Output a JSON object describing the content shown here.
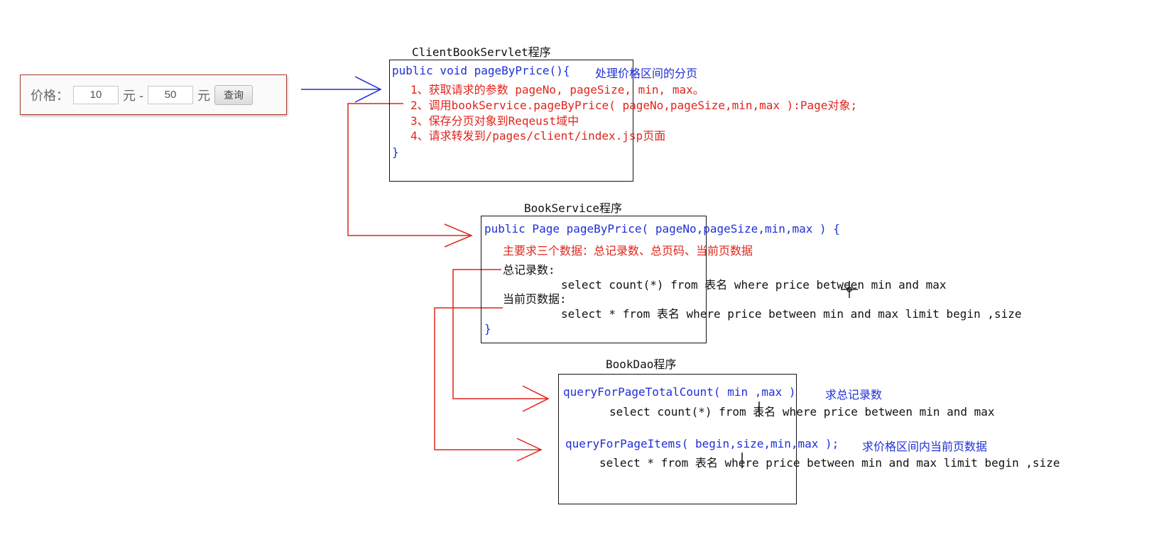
{
  "price_form": {
    "label": "价格：",
    "min_value": "10",
    "unit_dash": "元 -",
    "max_value": "50",
    "unit": "元",
    "query_button": "查询"
  },
  "servlet": {
    "title": "ClientBookServlet程序",
    "signature": "public void pageByPrice(){",
    "comment": "处理价格区间的分页",
    "steps": [
      "1、获取请求的参数 pageNo, pageSize, min, max。",
      "2、调用bookService.pageByPrice( pageNo,pageSize,min,max ):Page对象;",
      "3、保存分页对象到Reqeust域中",
      "4、请求转发到/pages/client/index.jsp页面"
    ],
    "close": "}"
  },
  "service": {
    "title": "BookService程序",
    "signature": "public Page pageByPrice( pageNo,pageSize,min,max ) {",
    "note": "主要求三个数据：总记录数、总页码、当前页数据",
    "total_label": "总记录数:",
    "total_sql": "select count(*) from 表名 where price between min and max",
    "page_label": "当前页数据:",
    "page_sql": "select * from 表名 where price between min and max limit begin ,size",
    "close": "}"
  },
  "dao": {
    "title": "BookDao程序",
    "count_method": "queryForPageTotalCount( min ,max )",
    "count_comment": "求总记录数",
    "count_sql": "select count(*) from 表名 where price between min and max",
    "items_method": "queryForPageItems( begin,size,min,max );",
    "items_comment": "求价格区间内当前页数据",
    "items_sql": "select * from 表名 where price between min and max limit begin ,size"
  },
  "colors": {
    "code_blue": "#1f2fd6",
    "step_red": "#e0241c",
    "text_black": "#111111",
    "form_border": "#a83a2e"
  }
}
